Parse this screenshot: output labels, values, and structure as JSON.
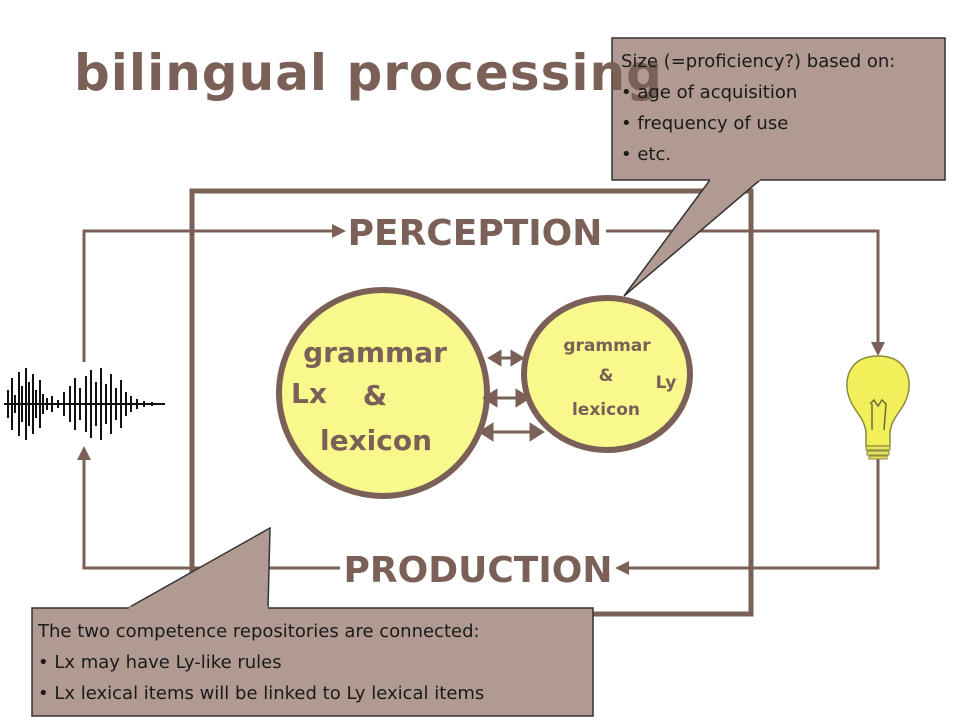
{
  "title": "bilingual processing",
  "diagram": {
    "perception_label": "PERCEPTION",
    "production_label": "PRODUCTION",
    "lx": {
      "tag": "Lx",
      "grammar": "grammar",
      "amp": "&",
      "lexicon": "lexicon"
    },
    "ly": {
      "tag": "Ly",
      "grammar": "grammar",
      "amp": "&",
      "lexicon": "lexicon"
    }
  },
  "callout_top": {
    "heading": "Size (=proficiency?) based on:",
    "items": [
      "age of acquisition",
      "frequency of use",
      "etc."
    ]
  },
  "callout_bottom": {
    "heading": "The two competence repositories are connected:",
    "items": [
      "Lx may have Ly-like rules",
      "Lx lexical items will be linked to Ly lexical items"
    ]
  },
  "colors": {
    "frame": "#7a6056",
    "bubble_fill": "#f8f88c",
    "callout_fill": "#b09a91",
    "bulb_fill": "#f2f05a"
  }
}
